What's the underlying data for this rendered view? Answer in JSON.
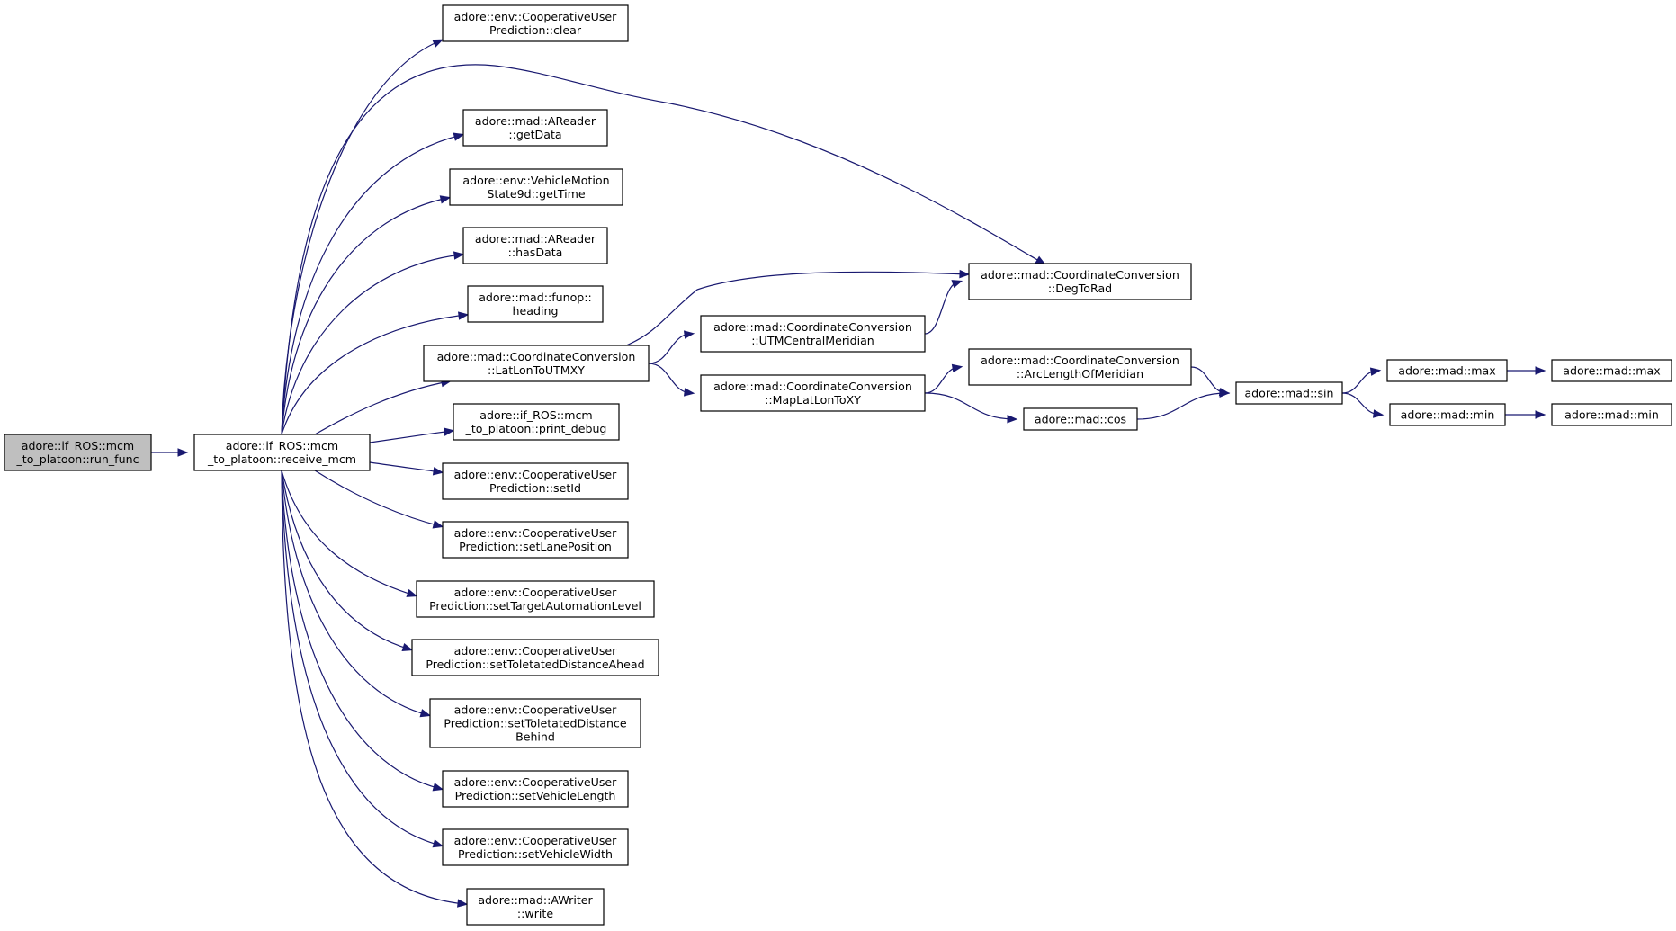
{
  "colors": {
    "edge": "#191970",
    "root_fill": "#bfbfbf",
    "node_fill": "#ffffff",
    "node_border": "#000000"
  },
  "nodes": {
    "run_func": {
      "lines": [
        "adore::if_ROS::mcm",
        "_to_platoon::run_func"
      ],
      "root": true
    },
    "receive_mcm": {
      "lines": [
        "adore::if_ROS::mcm",
        "_to_platoon::receive_mcm"
      ]
    },
    "clear": {
      "lines": [
        "adore::env::CooperativeUser",
        "Prediction::clear"
      ]
    },
    "getData": {
      "lines": [
        "adore::mad::AReader",
        "::getData"
      ]
    },
    "getTime": {
      "lines": [
        "adore::env::VehicleMotion",
        "State9d::getTime"
      ]
    },
    "hasData": {
      "lines": [
        "adore::mad::AReader",
        "::hasData"
      ]
    },
    "heading": {
      "lines": [
        "adore::mad::funop::",
        "heading"
      ]
    },
    "LatLonToUTMXY": {
      "lines": [
        "adore::mad::CoordinateConversion",
        "::LatLonToUTMXY"
      ]
    },
    "print_debug": {
      "lines": [
        "adore::if_ROS::mcm",
        "_to_platoon::print_debug"
      ]
    },
    "setId": {
      "lines": [
        "adore::env::CooperativeUser",
        "Prediction::setId"
      ]
    },
    "setLanePosition": {
      "lines": [
        "adore::env::CooperativeUser",
        "Prediction::setLanePosition"
      ]
    },
    "setTargetAutomationLevel": {
      "lines": [
        "adore::env::CooperativeUser",
        "Prediction::setTargetAutomationLevel"
      ]
    },
    "setToletatedDistanceAhead": {
      "lines": [
        "adore::env::CooperativeUser",
        "Prediction::setToletatedDistanceAhead"
      ]
    },
    "setToletatedDistanceBehind": {
      "lines": [
        "adore::env::CooperativeUser",
        "Prediction::setToletatedDistance",
        "Behind"
      ]
    },
    "setVehicleLength": {
      "lines": [
        "adore::env::CooperativeUser",
        "Prediction::setVehicleLength"
      ]
    },
    "setVehicleWidth": {
      "lines": [
        "adore::env::CooperativeUser",
        "Prediction::setVehicleWidth"
      ]
    },
    "write": {
      "lines": [
        "adore::mad::AWriter",
        "::write"
      ]
    },
    "DegToRad": {
      "lines": [
        "adore::mad::CoordinateConversion",
        "::DegToRad"
      ]
    },
    "UTMCentralMeridian": {
      "lines": [
        "adore::mad::CoordinateConversion",
        "::UTMCentralMeridian"
      ]
    },
    "MapLatLonToXY": {
      "lines": [
        "adore::mad::CoordinateConversion",
        "::MapLatLonToXY"
      ]
    },
    "ArcLengthOfMeridian": {
      "lines": [
        "adore::mad::CoordinateConversion",
        "::ArcLengthOfMeridian"
      ]
    },
    "cos": {
      "lines": [
        "adore::mad::cos"
      ]
    },
    "sin": {
      "lines": [
        "adore::mad::sin"
      ]
    },
    "max1": {
      "lines": [
        "adore::mad::max"
      ]
    },
    "min1": {
      "lines": [
        "adore::mad::min"
      ]
    },
    "max2": {
      "lines": [
        "adore::mad::max"
      ]
    },
    "min2": {
      "lines": [
        "adore::mad::min"
      ]
    }
  },
  "edges": [
    [
      "run_func",
      "receive_mcm"
    ],
    [
      "receive_mcm",
      "clear"
    ],
    [
      "receive_mcm",
      "DegToRad"
    ],
    [
      "receive_mcm",
      "getData"
    ],
    [
      "receive_mcm",
      "getTime"
    ],
    [
      "receive_mcm",
      "hasData"
    ],
    [
      "receive_mcm",
      "heading"
    ],
    [
      "receive_mcm",
      "LatLonToUTMXY"
    ],
    [
      "receive_mcm",
      "print_debug"
    ],
    [
      "receive_mcm",
      "setId"
    ],
    [
      "receive_mcm",
      "setLanePosition"
    ],
    [
      "receive_mcm",
      "setTargetAutomationLevel"
    ],
    [
      "receive_mcm",
      "setToletatedDistanceAhead"
    ],
    [
      "receive_mcm",
      "setToletatedDistanceBehind"
    ],
    [
      "receive_mcm",
      "setVehicleLength"
    ],
    [
      "receive_mcm",
      "setVehicleWidth"
    ],
    [
      "receive_mcm",
      "write"
    ],
    [
      "LatLonToUTMXY",
      "DegToRad"
    ],
    [
      "LatLonToUTMXY",
      "UTMCentralMeridian"
    ],
    [
      "LatLonToUTMXY",
      "MapLatLonToXY"
    ],
    [
      "UTMCentralMeridian",
      "DegToRad"
    ],
    [
      "MapLatLonToXY",
      "ArcLengthOfMeridian"
    ],
    [
      "MapLatLonToXY",
      "cos"
    ],
    [
      "ArcLengthOfMeridian",
      "sin"
    ],
    [
      "cos",
      "sin"
    ],
    [
      "sin",
      "max1"
    ],
    [
      "sin",
      "min1"
    ],
    [
      "max1",
      "max2"
    ],
    [
      "min1",
      "min2"
    ]
  ]
}
